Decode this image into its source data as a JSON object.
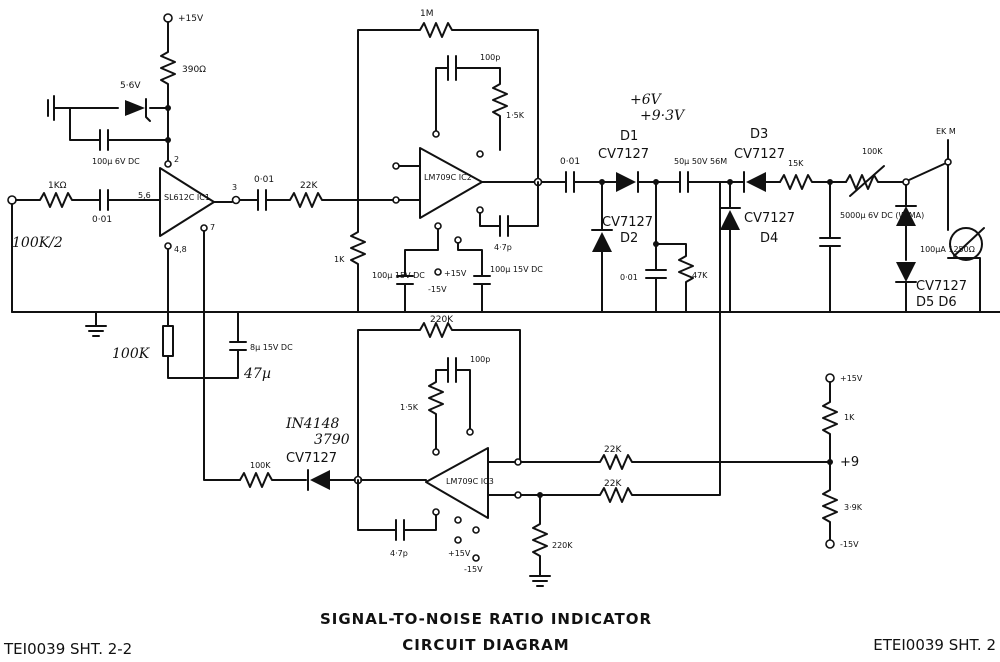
{
  "supplies": {
    "top_plus15": "+15V",
    "bias_plus15": "+15V",
    "bias_minus15": "-15V",
    "ic2_plus15": "+15V",
    "ic2_minus15": "-15V",
    "ic3_plus15": "+15V",
    "ic3_minus15": "-15V",
    "mid": "+9"
  },
  "components": {
    "r390": "390Ω",
    "z56": "5·6V",
    "c_in_bias": "100µ 6V DC",
    "r_in": "1KΩ",
    "c_in": "0·01",
    "ic1": "SL612C IC1",
    "ic1_pin56": "5,6",
    "ic1_pin2": "2",
    "ic1_pin3": "3",
    "ic1_pin7": "7",
    "ic1_pin48": "4,8",
    "c_ic1_out": "0·01",
    "r_ic2_in": "22K",
    "r_fb_ic2": "1M",
    "ic2": "LM709C IC2",
    "ic2_c100p": "100p",
    "ic2_r15k": "1·5K",
    "ic2_c47p": "4·7p",
    "ic2_r1k": "1K",
    "ic2_c100u_a": "100µ 15V DC",
    "ic2_c100u_b": "100µ 15V DC",
    "c_out": "0·01",
    "d1": "CV7127",
    "d1_tag": "D1",
    "d2": "CV7127",
    "d2_tag": "D2",
    "c_d2": "0·01",
    "r47k": "47K",
    "c_mid": "50µ 50V 56M",
    "d3": "CV7127",
    "d3_tag": "D3",
    "d4": "CV7127",
    "d4_tag": "D4",
    "r15k": "15K",
    "c5000": "5000µ 6V DC (WIMA)",
    "r100k_pot": "100K",
    "meter": "100µA 1250Ω",
    "d56": "CV7127",
    "d56_tag": "D5 D6",
    "sw": "EK M",
    "ic3": "LM709C IC3",
    "ic3_c100p": "100p",
    "ic3_r15k": "1·5K",
    "ic3_r220k_fb": "220K",
    "ic3_c47p": "4·7p",
    "ic3_r220k_gnd": "220K",
    "r22k_a": "22K",
    "r22k_b": "22K",
    "r1k_div": "1K",
    "r39k_div": "3·9K",
    "r100k_in": "100K",
    "d_in": "CV7127",
    "c8u": "8µ 15V DC"
  },
  "handwritten": {
    "in_impedance": "100K/2",
    "r_note": "100K",
    "c_note": "47µ",
    "diode_note": "IN4148",
    "diode_note2": "3790",
    "volt_note": "+6V",
    "volt_note2": "+9·3V"
  },
  "caption": {
    "title": "SIGNAL-TO-NOISE RATIO INDICATOR",
    "subtitle": "CIRCUIT DIAGRAM"
  },
  "sheet_left": "TEI0039 SHT. 2-2",
  "sheet_right": "ETEI0039 SHT. 2"
}
